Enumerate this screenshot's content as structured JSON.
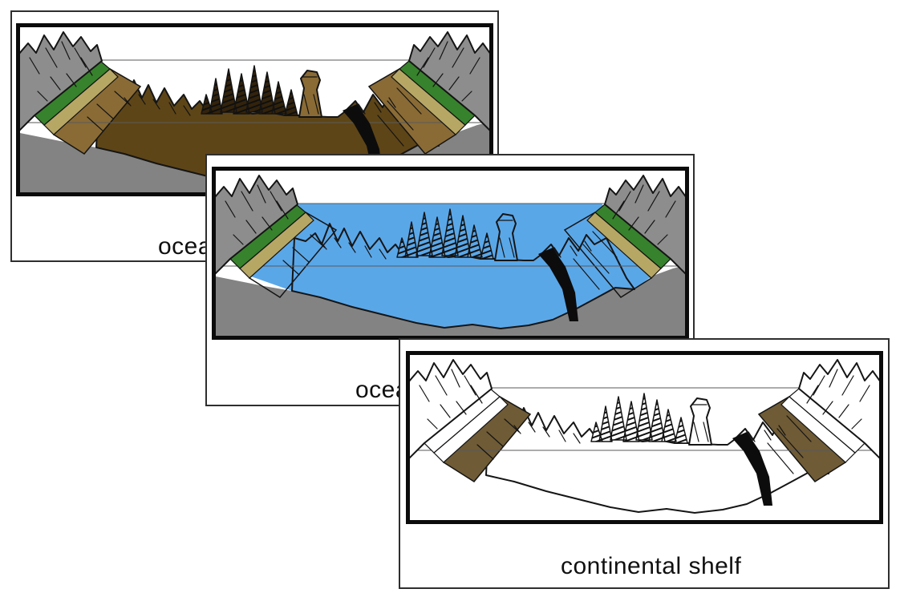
{
  "page": {
    "background": "#ffffff",
    "description": "Three overlapping ocean nomenclature cards, each a framed cross-section illustration of an ocean basin between two continents with a label beneath"
  },
  "shared": {
    "card_border_color": "#2e2e2e",
    "frame_border_color": "#0b0b0b",
    "label_color": "#101010",
    "reference_line_color": "#5a5a5a",
    "outline_color": "#141414",
    "trench_color": "#0c0c0c"
  },
  "cards": [
    {
      "name": "ocean-card-basin-colored",
      "label": "ocea",
      "label_truncated_by_overlap": true,
      "illustration": "ocean-cross-section-sea-floor-highlighted-brown",
      "colors": {
        "mountains": "#8d8d8d",
        "bedrock": "#838383",
        "floor_deep": "#5e4517",
        "shelf_band": "#8a6b35",
        "green_strip": "#37822c",
        "sand_strip": "#b7a765",
        "ridge": "#33230b",
        "seamount": "#8a6b35"
      }
    },
    {
      "name": "ocean-card-water-colored",
      "label": "ocea",
      "label_truncated_by_overlap": true,
      "illustration": "ocean-cross-section-water-highlighted-blue",
      "colors": {
        "mountains": "#8d8d8d",
        "bedrock": "#838383",
        "water": "#5aa7e8",
        "green_strip": "#37822c",
        "sand_strip": "#b7a765",
        "ridge": "#5aa7e8",
        "seamount": "#5aa7e8"
      }
    },
    {
      "name": "continental-shelf-card",
      "label": "continental shelf",
      "label_truncated_by_overlap": false,
      "illustration": "ocean-cross-section-outline-shelf-highlighted-brown",
      "colors": {
        "shelf_band": "#6f5b35"
      }
    }
  ]
}
